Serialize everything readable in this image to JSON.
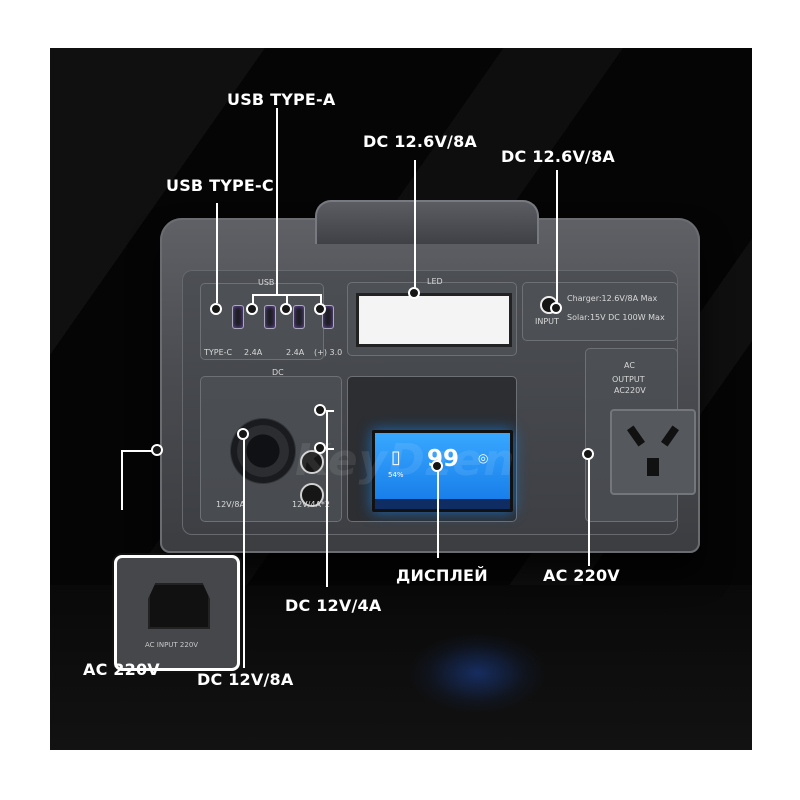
{
  "labels": {
    "usb_type_a": "USB TYPE-A",
    "usb_type_c": "USB TYPE-C",
    "dc_led": "DC 12.6V/8A",
    "dc_input": "DC 12.6V/8A",
    "display": "ДИСПЛЕЙ",
    "ac_right": "AC 220V",
    "dc_12v_4a": "DC 12V/4A",
    "dc_12v_8a": "DC 12V/8A",
    "ac_left": "AC 220V"
  },
  "device_text": {
    "usb": "USB",
    "type_c": "TYPE-C",
    "usb_2_4a_1": "2.4A",
    "usb_2_4a_2": "2.4A",
    "usb_qc": "(+) 3.0",
    "led": "LED",
    "input": "INPUT",
    "charger": "Charger:12.6V/8A Max",
    "solar": "Solar:15V DC 100W Max",
    "ac": "AC",
    "output": "OUTPUT",
    "ac_output_value": "AC220V",
    "dc": "DC",
    "dc_12v8a": "12V/8A",
    "dc_12v4a": "12V/4A*2",
    "ac_input": "AC INPUT 220V"
  },
  "display": {
    "battery_percent": "54%",
    "main_value": "99"
  },
  "watermark": "KeyDzen",
  "colors": {
    "background": "#050505",
    "display_blue": "#1f8cff",
    "label_white": "#ffffff"
  }
}
